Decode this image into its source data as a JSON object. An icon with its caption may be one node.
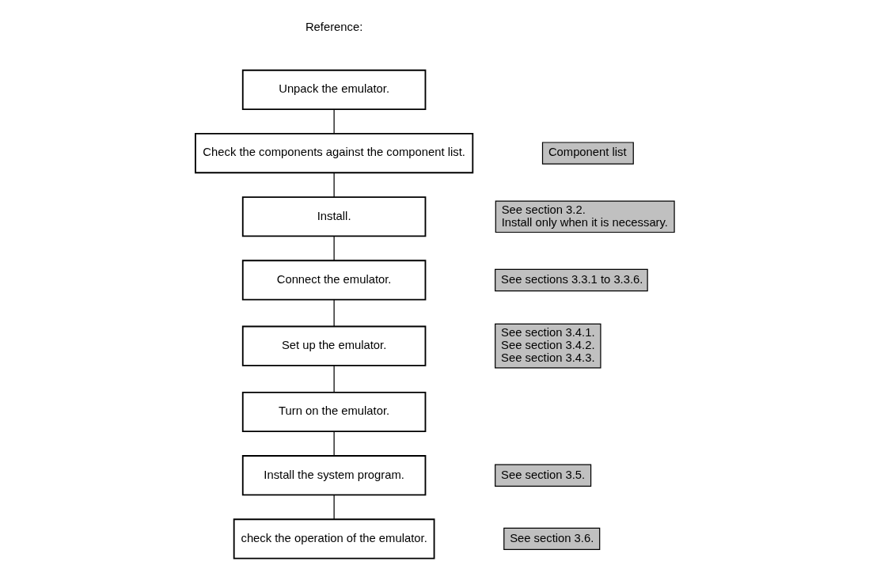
{
  "diagram": {
    "nodes": [
      {
        "text": [
          "Unpack the emulator."
        ]
      },
      {
        "text": [
          "Check the components against the component list."
        ]
      },
      {
        "text": [
          "Component list"
        ]
      },
      {
        "text": [
          "Install."
        ]
      },
      {
        "text": [
          "See section 3.2.",
          "Install only when it is necessary."
        ]
      },
      {
        "text": [
          "Connect the emulator."
        ]
      },
      {
        "text": [
          "See sections 3.3.1 to 3.3.6."
        ]
      },
      {
        "text": [
          "Set up the emulator."
        ]
      },
      {
        "text": [
          "See section 3.4.1.",
          "See section 3.4.2.",
          "See section 3.4.3."
        ]
      },
      {
        "text": [
          "Turn on the emulator."
        ]
      },
      {
        "text": [
          "Install the system program."
        ]
      },
      {
        "text": [
          "See section 3.5."
        ]
      },
      {
        "text": [
          "check the operation of the emulator."
        ]
      },
      {
        "text": [
          "See section 3.6."
        ]
      }
    ],
    "edges": [
      {
        "from": 0,
        "to": 1,
        "arrow": "none"
      },
      {
        "from": 1,
        "to": 3,
        "arrow": "none"
      },
      {
        "from": 3,
        "to": 5,
        "arrow": "none"
      },
      {
        "from": 5,
        "to": 7,
        "arrow": "none"
      },
      {
        "from": 7,
        "to": 9,
        "arrow": "none"
      },
      {
        "from": 9,
        "to": 10,
        "arrow": "none"
      },
      {
        "from": 10,
        "to": 12,
        "arrow": "none"
      }
    ],
    "labels": [
      "Reference:"
    ]
  }
}
